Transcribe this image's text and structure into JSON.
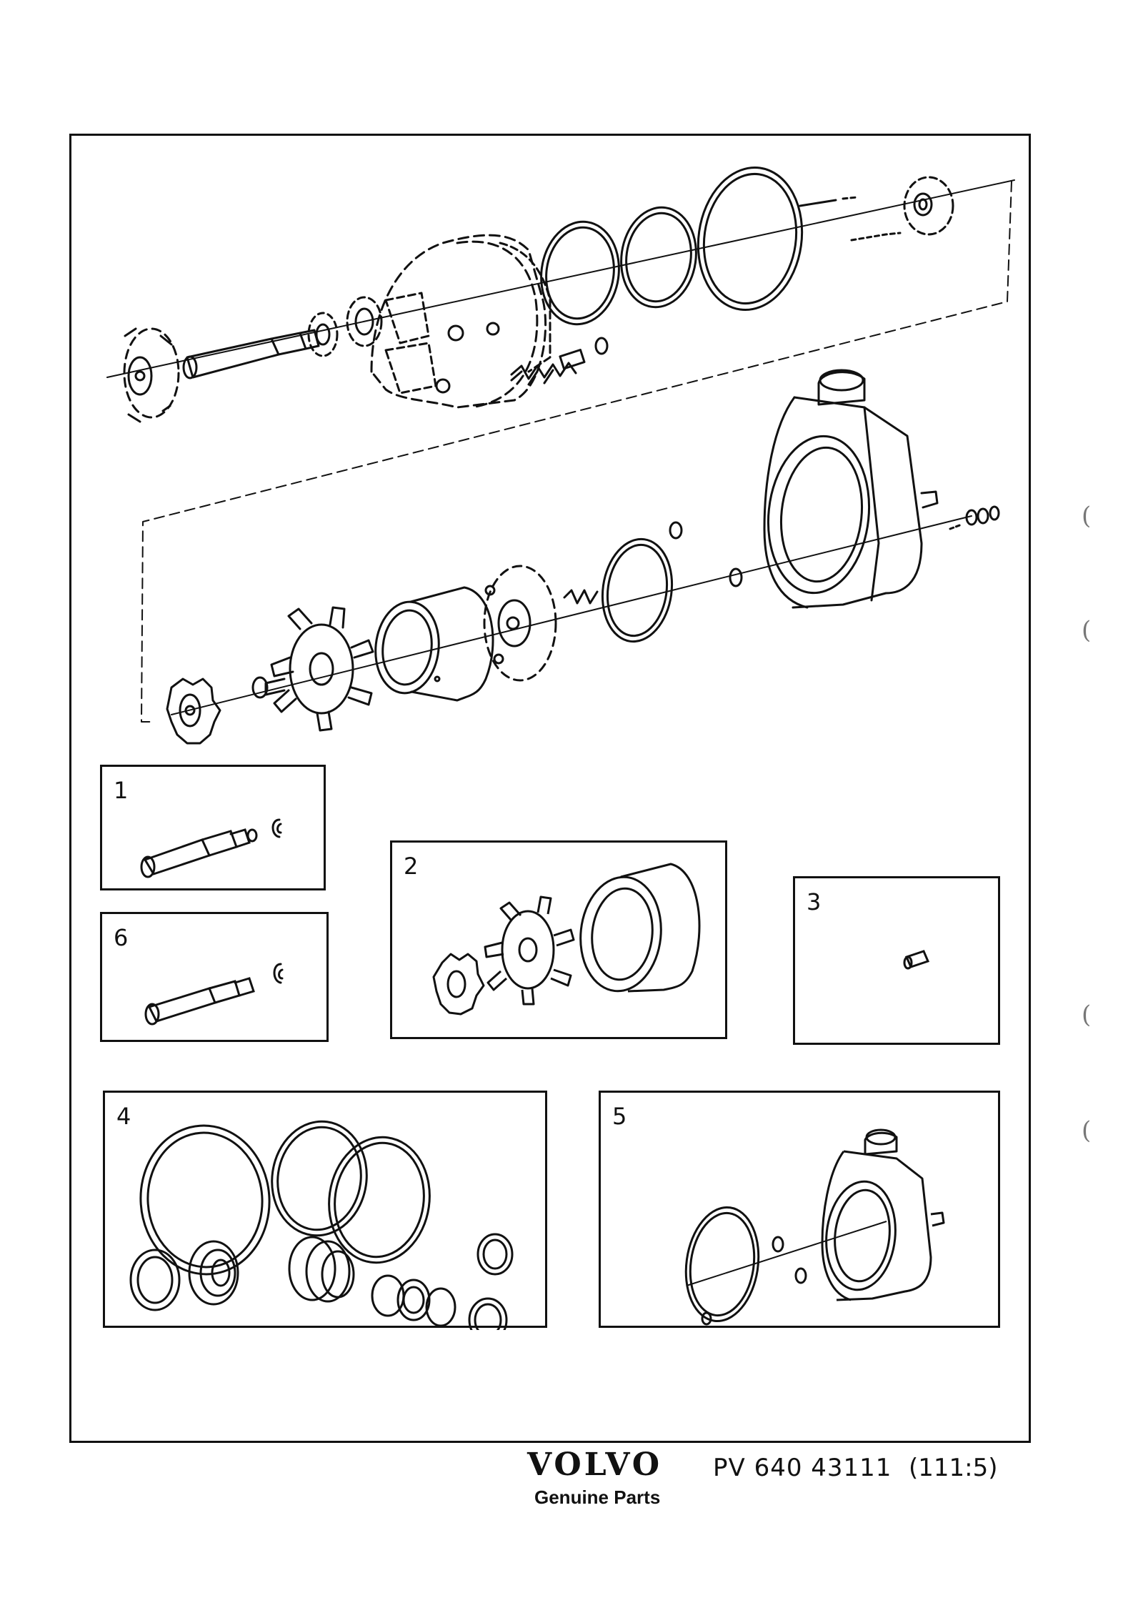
{
  "footer": {
    "brand": "VOLVO",
    "tagline": "Genuine Parts",
    "part_number": "PV 640 43111",
    "reference": "(111:5)"
  },
  "kits": [
    {
      "number": "1"
    },
    {
      "number": "2"
    },
    {
      "number": "3"
    },
    {
      "number": "4"
    },
    {
      "number": "5"
    },
    {
      "number": "6"
    }
  ],
  "edge_marks": [
    "(",
    "(",
    "(",
    "("
  ]
}
